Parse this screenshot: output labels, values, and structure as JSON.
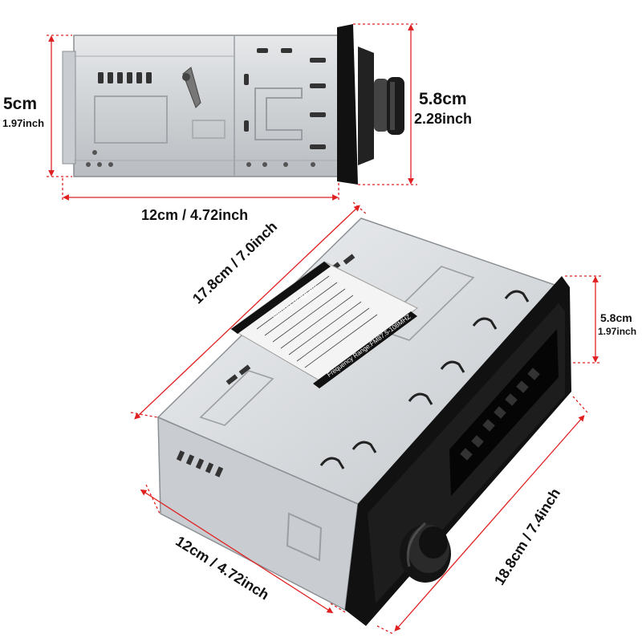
{
  "dimensions": {
    "side_height_cm": "5cm",
    "side_height_inch": "1.97inch",
    "front_height_cm": "5.8cm",
    "front_height_inch": "2.28inch",
    "side_width": "12cm / 4.72inch",
    "iso_top_depth": "17.8cm / 7.0inch",
    "iso_front_height_cm": "5.8cm",
    "iso_front_height_inch": "1.97inch",
    "iso_front_width": "18.8cm / 7.4inch",
    "iso_side_width": "12cm / 4.72inch"
  },
  "sticker": {
    "title": "Wiring diagram",
    "range_text": "Frequency Range:FM87.5-108MHZ"
  },
  "colors": {
    "dimension_line": "#e02020",
    "chassis": "#d4d6d8",
    "chassis_dark": "#9a9ea2",
    "faceplate": "#111111"
  }
}
